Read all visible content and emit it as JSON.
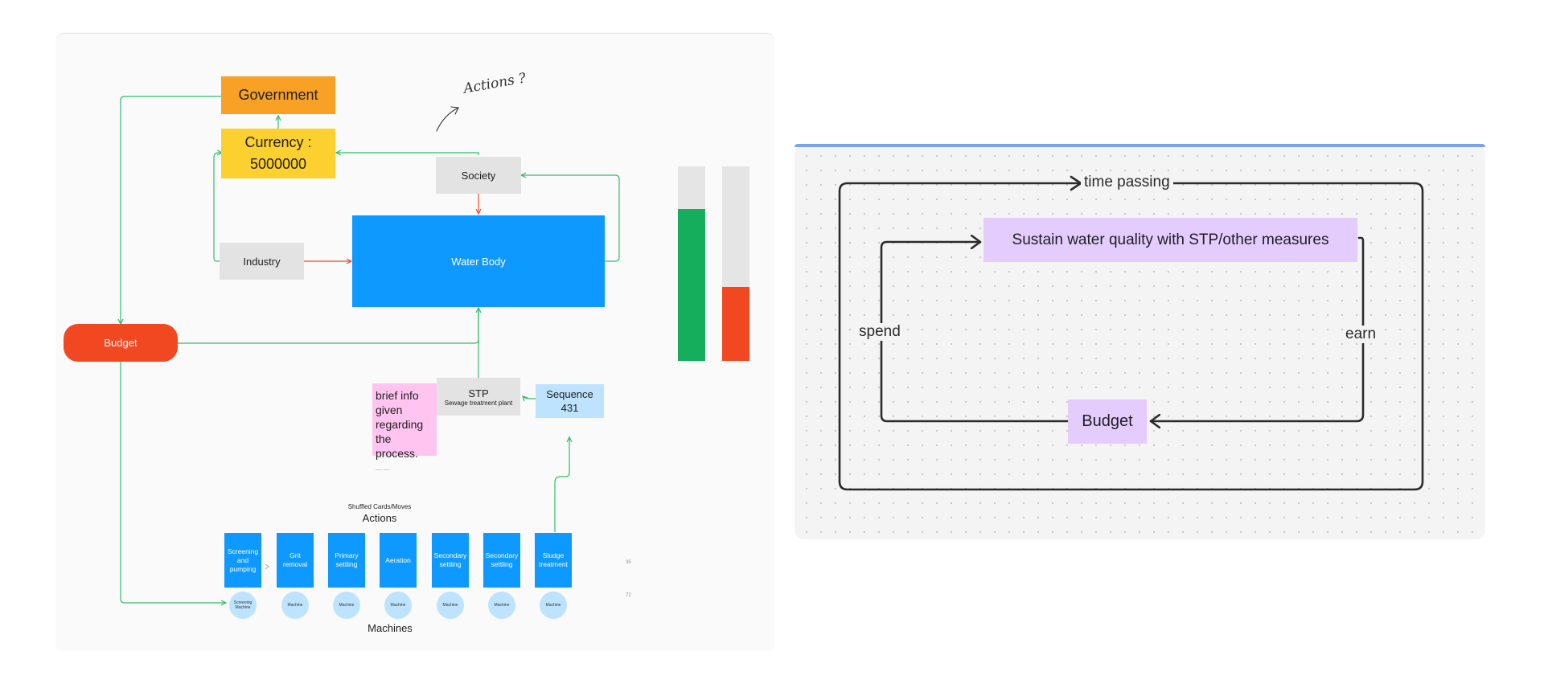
{
  "left_board": {
    "government": "Government",
    "currency_label": "Currency :",
    "currency_value": "5000000",
    "handwritten_note": "Actions ?",
    "society": "Society",
    "industry": "Industry",
    "water_body": "Water Body",
    "budget": "Budget",
    "stp_title": "STP",
    "stp_subtitle": "Sewage treatment plant",
    "note": "brief info given regarding the process.",
    "note_author": "—— ——",
    "sequence_label": "Sequence",
    "sequence_value": "431",
    "shuffled_label": "Shuffled Cards/Moves",
    "actions_title": "Actions",
    "machines_title": "Machines",
    "actions": [
      "Screening and pumping",
      "Grit removal",
      "Primary settling",
      "Aeration",
      "Secondary settling",
      "Secondary settling",
      "Sludge treatment"
    ],
    "machines": [
      "Screening Machine",
      "Machine",
      "Machine",
      "Machine",
      "Machine",
      "Machine",
      "Machine"
    ],
    "side_marks": [
      "35",
      "72"
    ],
    "gauges": [
      {
        "name": "green",
        "color": "#14ae5c",
        "fill_fraction": 0.78
      },
      {
        "name": "red",
        "color": "#f24822",
        "fill_fraction": 0.38
      }
    ]
  },
  "right_board": {
    "time_passing": "time passing",
    "goal": "Sustain water quality with STP/other measures",
    "spend": "spend",
    "earn": "earn",
    "budget": "Budget"
  },
  "colors": {
    "connector_green": "#2ebd6b",
    "connector_red": "#f24822",
    "blue": "#0d99ff",
    "orange": "#f8a125",
    "yellow": "#fcd02f",
    "purple": "#e4ccff",
    "pink": "#ffc4f0"
  }
}
